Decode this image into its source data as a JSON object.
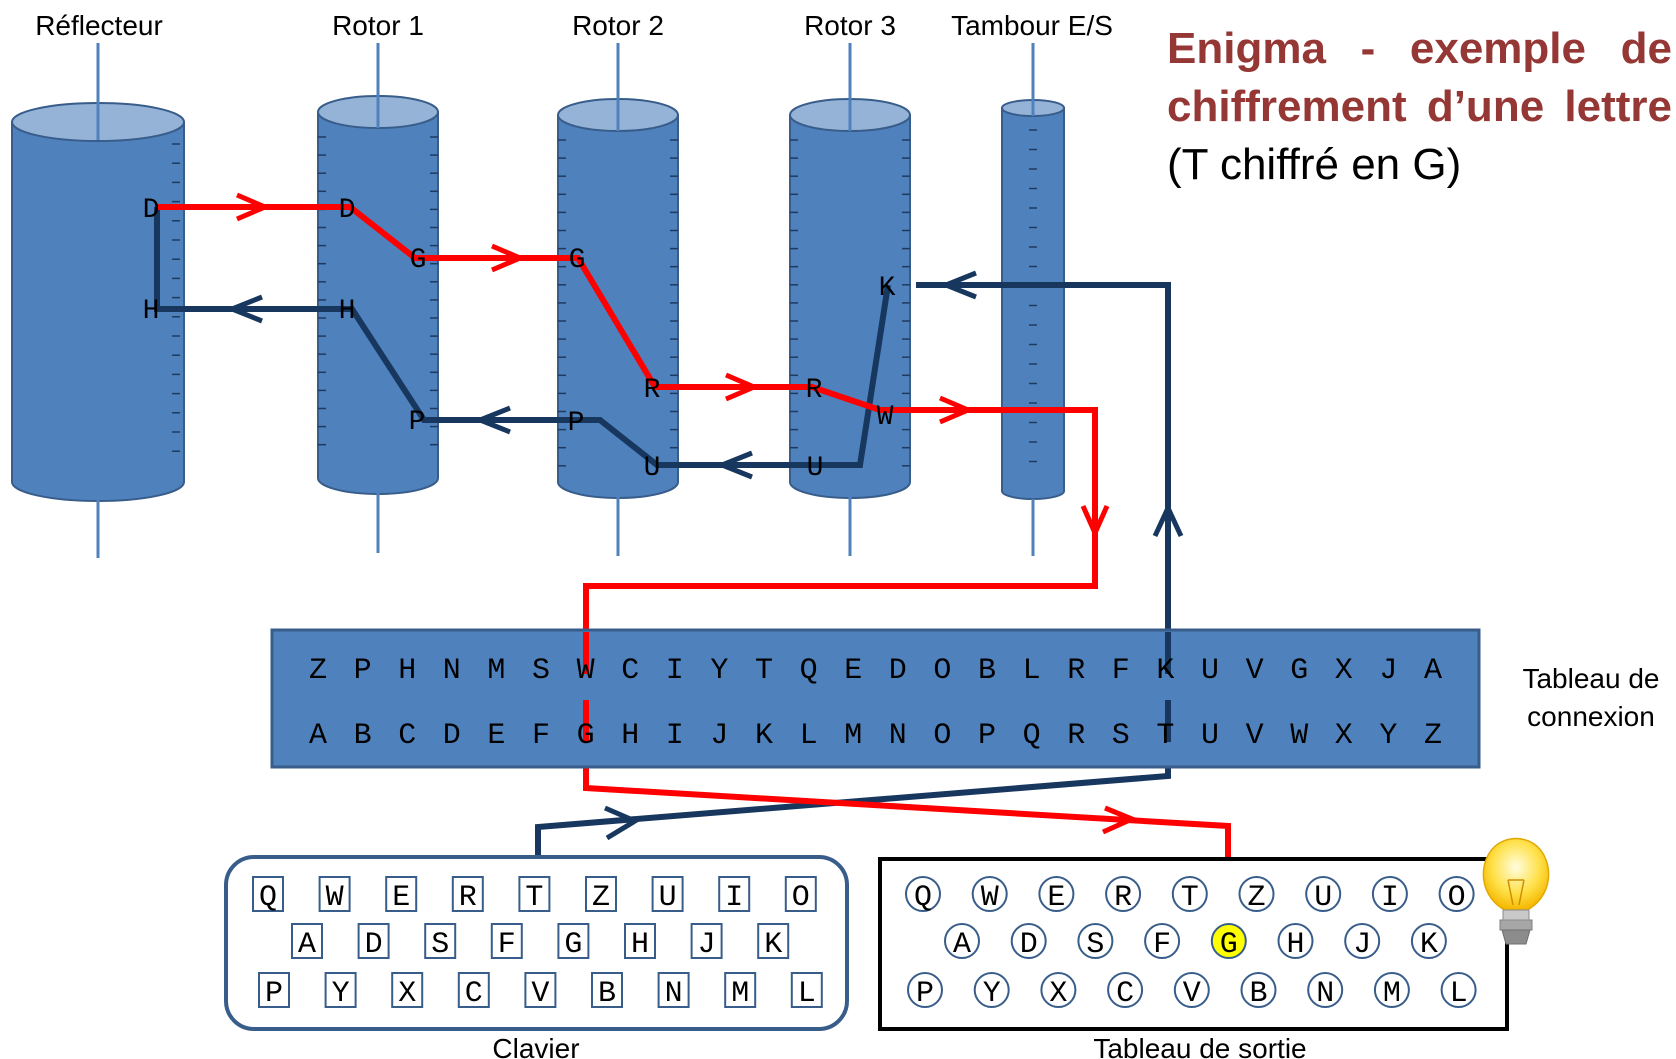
{
  "title": {
    "bold": "Enigma - exemple de chiffrement d’une lettre",
    "normal": "(T chiffré en G)"
  },
  "components": {
    "reflector": "Réflecteur",
    "rotor1": "Rotor 1",
    "rotor2": "Rotor 2",
    "rotor3": "Rotor 3",
    "drum": "Tambour E/S"
  },
  "path_letters": {
    "reflector_top": "D",
    "reflector_bottom": "H",
    "rotor1_D": "D",
    "rotor1_G": "G",
    "rotor1_H": "H",
    "rotor1_P": "P",
    "rotor2_G": "G",
    "rotor2_R": "R",
    "rotor2_P": "P",
    "rotor2_U": "U",
    "rotor3_R": "R",
    "rotor3_W": "W",
    "rotor3_K": "K",
    "rotor3_U": "U"
  },
  "plugboard": {
    "label_line1": "Tableau de",
    "label_line2": "connexion",
    "top_row": [
      "Z",
      "P",
      "H",
      "N",
      "M",
      "S",
      "W",
      "C",
      "I",
      "Y",
      "T",
      "Q",
      "E",
      "D",
      "O",
      "B",
      "L",
      "R",
      "F",
      "K",
      "U",
      "V",
      "G",
      "X",
      "J",
      "A"
    ],
    "bottom_row": [
      "A",
      "B",
      "C",
      "D",
      "E",
      "F",
      "G",
      "H",
      "I",
      "J",
      "K",
      "L",
      "M",
      "N",
      "O",
      "P",
      "Q",
      "R",
      "S",
      "T",
      "U",
      "V",
      "W",
      "X",
      "Y",
      "Z"
    ]
  },
  "keyboard": {
    "label": "Clavier",
    "rows": [
      [
        "Q",
        "W",
        "E",
        "R",
        "T",
        "Z",
        "U",
        "I",
        "O"
      ],
      [
        "A",
        "D",
        "S",
        "F",
        "G",
        "H",
        "J",
        "K"
      ],
      [
        "P",
        "Y",
        "X",
        "C",
        "V",
        "B",
        "N",
        "M",
        "L"
      ]
    ],
    "pressed_key": "T"
  },
  "lampboard": {
    "label": "Tableau de sortie",
    "rows": [
      [
        "Q",
        "W",
        "E",
        "R",
        "T",
        "Z",
        "U",
        "I",
        "O"
      ],
      [
        "A",
        "D",
        "S",
        "F",
        "G",
        "H",
        "J",
        "K"
      ],
      [
        "P",
        "Y",
        "X",
        "C",
        "V",
        "B",
        "N",
        "M",
        "L"
      ]
    ],
    "lit_lamp": "G"
  },
  "colors": {
    "cylinder": "#4f81bd",
    "cylinder_top": "#95b3d7",
    "outline": "#385d8a",
    "forward_path": "#ff0000",
    "return_path": "#17375e",
    "title": "#953735",
    "lit_lamp": "#ffff00"
  }
}
